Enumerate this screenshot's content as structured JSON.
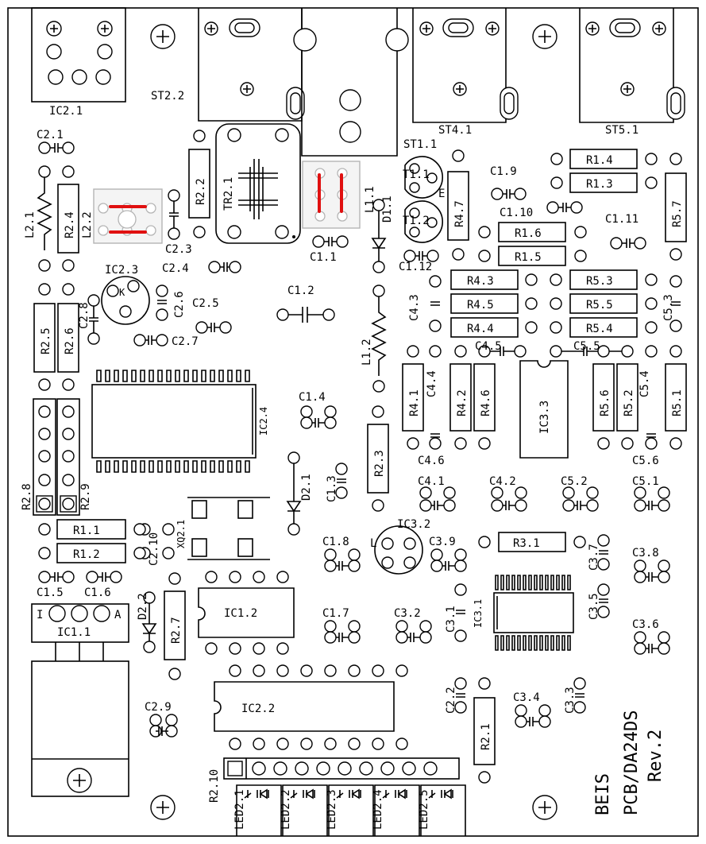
{
  "board": {
    "name": "PCB/DA24DS",
    "revision": "Rev.2",
    "maker": "BEIS"
  },
  "connectors": {
    "ic2_1": "IC2.1",
    "st2_2": "ST2.2",
    "st1_1": "ST1.1",
    "st4_1": "ST4.1",
    "st5_1": "ST5.1"
  },
  "resistors": {
    "r1_1": "R1.1",
    "r1_2": "R1.2",
    "r1_3": "R1.3",
    "r1_4": "R1.4",
    "r1_5": "R1.5",
    "r1_6": "R1.6",
    "r2_1": "R2.1",
    "r2_2": "R2.2",
    "r2_3": "R2.3",
    "r2_4": "R2.4",
    "r2_5": "R2.5",
    "r2_6": "R2.6",
    "r2_7": "R2.7",
    "r2_8": "R2.8",
    "r2_9": "R2.9",
    "r2_10": "R2.10",
    "r3_1": "R3.1",
    "r4_1": "R4.1",
    "r4_2": "R4.2",
    "r4_3": "R4.3",
    "r4_4": "R4.4",
    "r4_5": "R4.5",
    "r4_6": "R4.6",
    "r4_7": "R4.7",
    "r5_1": "R5.1",
    "r5_2": "R5.2",
    "r5_3": "R5.3",
    "r5_4": "R5.4",
    "r5_5": "R5.5",
    "r5_6": "R5.6",
    "r5_7": "R5.7"
  },
  "capacitors": {
    "c1_1": "C1.1",
    "c1_2": "C1.2",
    "c1_3": "C1.3",
    "c1_4": "C1.4",
    "c1_5": "C1.5",
    "c1_6": "C1.6",
    "c1_7": "C1.7",
    "c1_8": "C1.8",
    "c1_9": "C1.9",
    "c1_10": "C1.10",
    "c1_11": "C1.11",
    "c1_12": "C1.12",
    "c2_1": "C2.1",
    "c2_2": "C2.2",
    "c2_3": "C2.3",
    "c2_4": "C2.4",
    "c2_5": "C2.5",
    "c2_6": "C2.6",
    "c2_7": "C2.7",
    "c2_8": "C2.8",
    "c2_9": "C2.9",
    "c2_10": "C2.10",
    "c3_2": "C3.2",
    "c3_3": "C3.3",
    "c3_4": "C3.4",
    "c3_5": "C3.5",
    "c3_6": "C3.6",
    "c3_7": "C3.7",
    "c3_8": "C3.8",
    "c3_9": "C3.9",
    "c3_1": "C3.1",
    "c4_1": "C4.1",
    "c4_2": "C4.2",
    "c4_3": "C4.3",
    "c4_4": "C4.4",
    "c4_5": "C4.5",
    "c4_6": "C4.6",
    "c5_1": "C5.1",
    "c5_2": "C5.2",
    "c5_3": "C5.3",
    "c5_4": "C5.4",
    "c5_5": "C5.5",
    "c5_6": "C5.6"
  },
  "ics": {
    "ic1_1": "IC1.1",
    "ic1_2": "IC1.2",
    "ic2_2": "IC2.2",
    "ic2_3": "IC2.3",
    "ic2_4": "IC2.4",
    "ic3_1": "IC3.1",
    "ic3_2": "IC3.2",
    "ic3_3": "IC3.3"
  },
  "others": {
    "l1_1": "L1.1",
    "l1_2": "L1.2",
    "l2_1": "L2.1",
    "l2_2": "L2.2",
    "t1_1": "T1.1",
    "t1_2": "T1.2",
    "tr2_1": "TR2.1",
    "d1_1": "D1.1",
    "d2_1": "D2.1",
    "d2_2": "D2.2",
    "xq2_1": "XQ2.1",
    "led2_1": "LED2.1",
    "led2_2": "LED2.2",
    "led2_3": "LED2.3",
    "led2_4": "LED2.4",
    "led2_5": "LED2.5"
  },
  "pin_marks": {
    "k": "K",
    "e": "E",
    "i": "I",
    "a": "A",
    "l": "L"
  },
  "colors": {
    "highlight": "#e01010",
    "ink": "#000000",
    "ghost": "#b5b5b5"
  }
}
